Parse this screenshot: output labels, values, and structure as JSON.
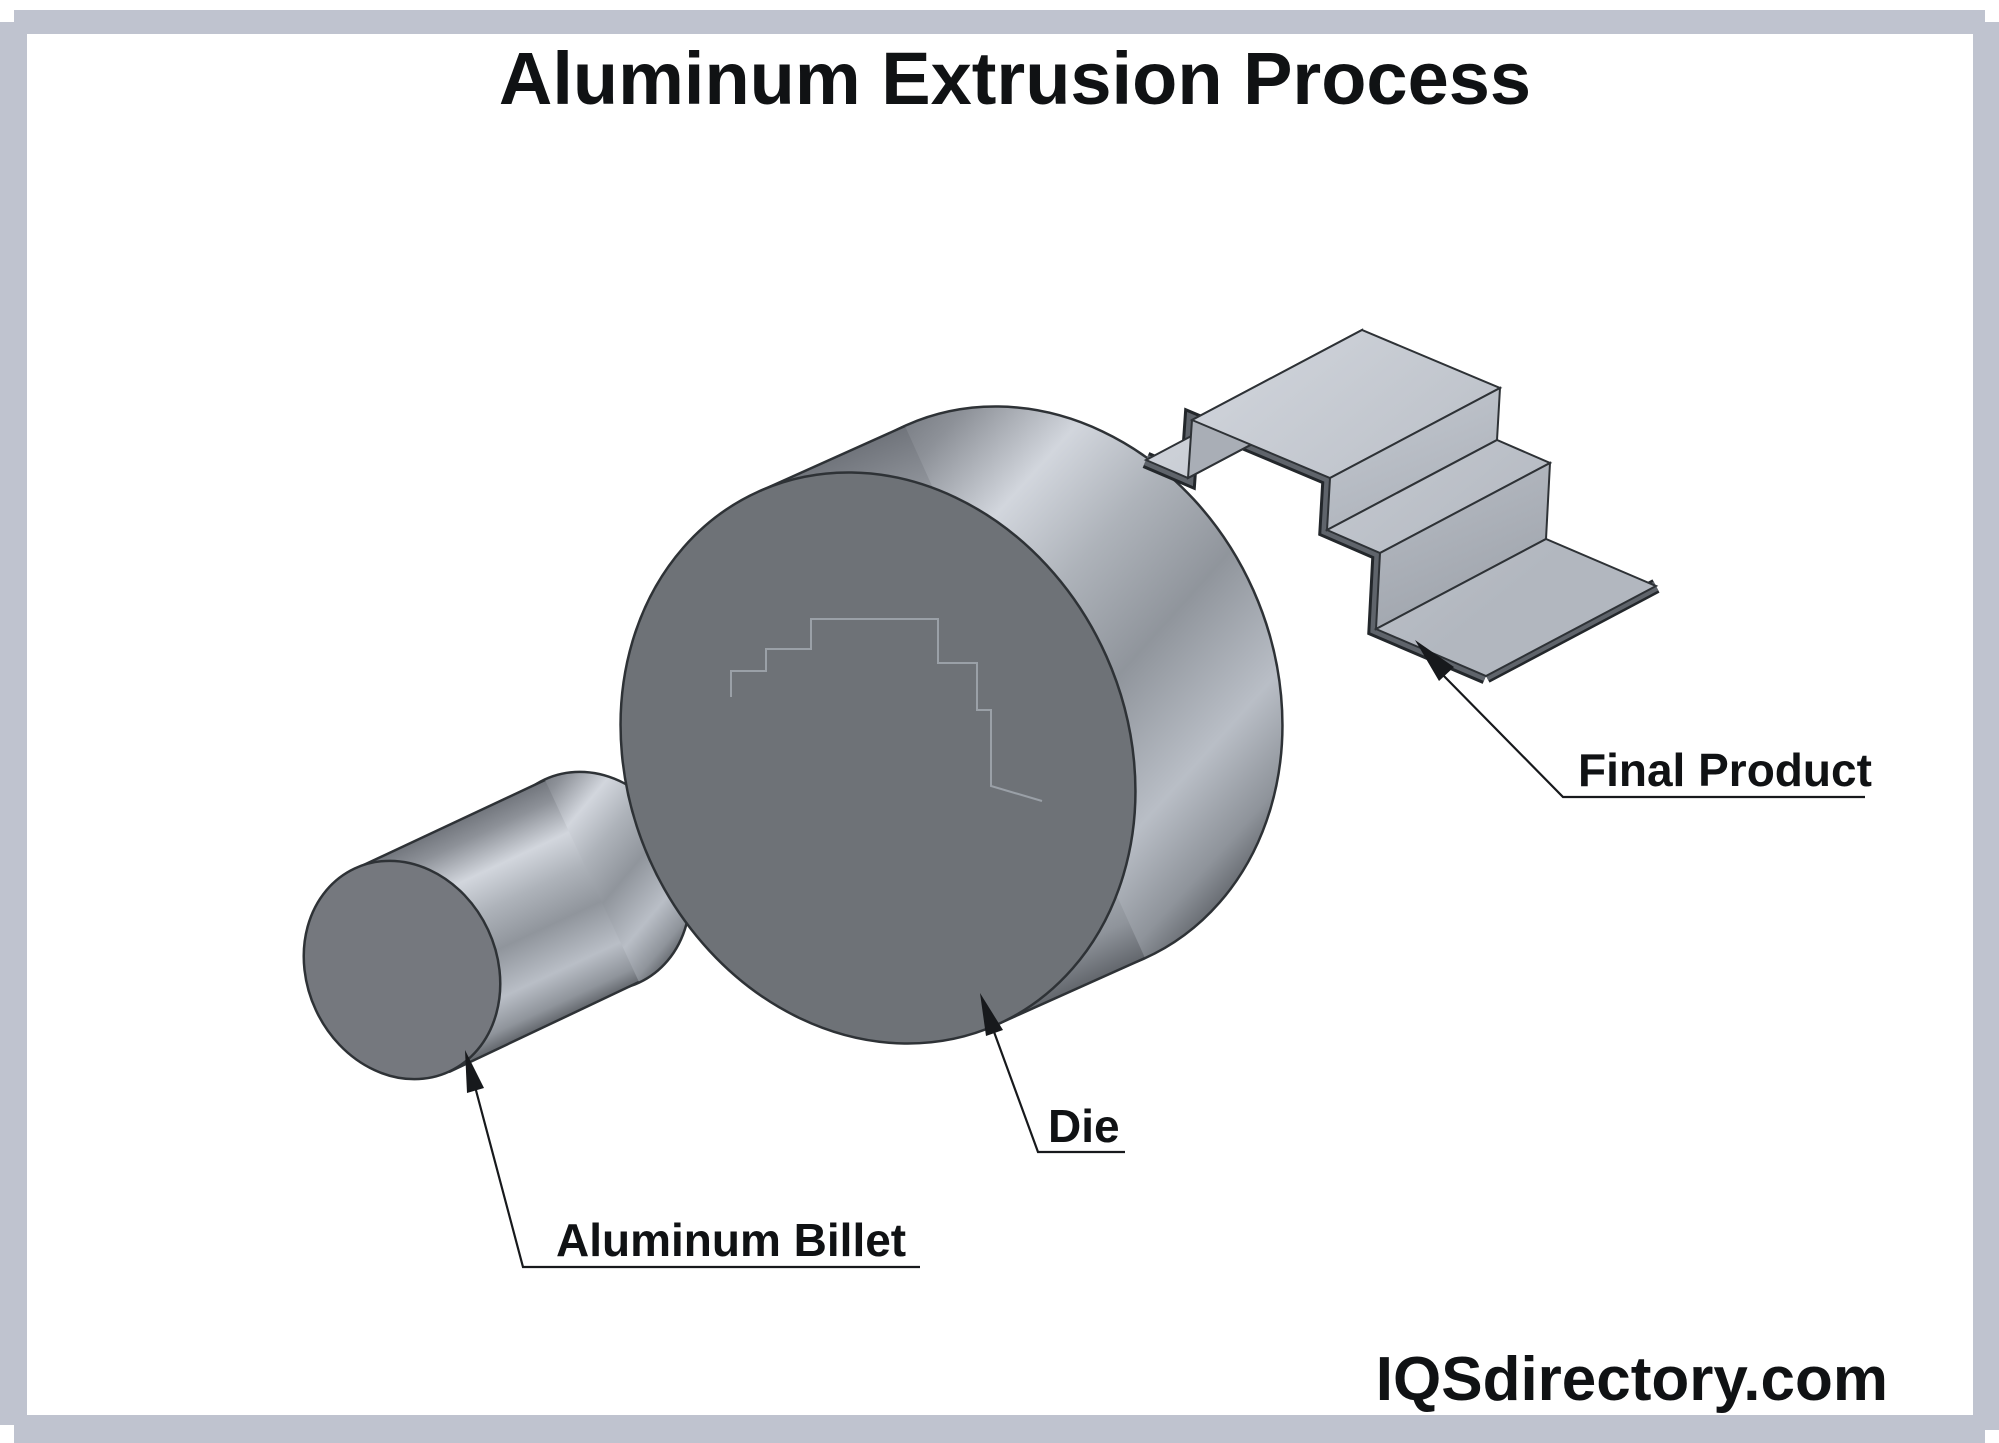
{
  "title": "Aluminum Extrusion Process",
  "diagram": {
    "labels": {
      "billet": "Aluminum Billet",
      "die": "Die",
      "final_product": "Final Product"
    }
  },
  "watermark": "IQSdirectory.com",
  "colors": {
    "frame": "#bfc3cf",
    "background": "#ffffff",
    "outline": "#2e3236",
    "leader": "#17191c",
    "text": "#101214",
    "die_face": "#6e7277",
    "billet_face": "#75787e",
    "die_opening_line": "#9aa0a7",
    "metal_highlight": "#d2d6dd",
    "metal_shadow": "#62666c",
    "product_top": "#c9cdd5",
    "product_side": "#a9aeb6",
    "product_thickness": "#5f646b"
  }
}
